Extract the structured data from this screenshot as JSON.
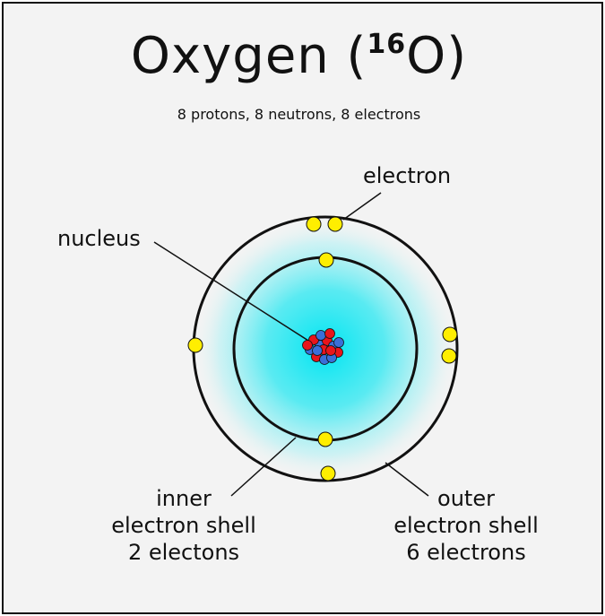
{
  "header": {
    "title_main": "Oxygen (",
    "title_sup": "16",
    "title_end": "O)",
    "subtitle": "8 protons, 8 neutrons, 8 electrons"
  },
  "labels": {
    "electron": "electron",
    "nucleus": "nucleus",
    "inner_line1": "inner",
    "inner_line2": "electron shell",
    "inner_line3": "2 electons",
    "outer_line1": "outer",
    "outer_line2": "electron shell",
    "outer_line3": "6 electrons"
  },
  "colors": {
    "background": "#f3f3f3",
    "glow": "#00e5f2",
    "electron": "#ffee00",
    "proton": "#e8151b",
    "neutron": "#3a6fd8",
    "outline": "#111111"
  }
}
